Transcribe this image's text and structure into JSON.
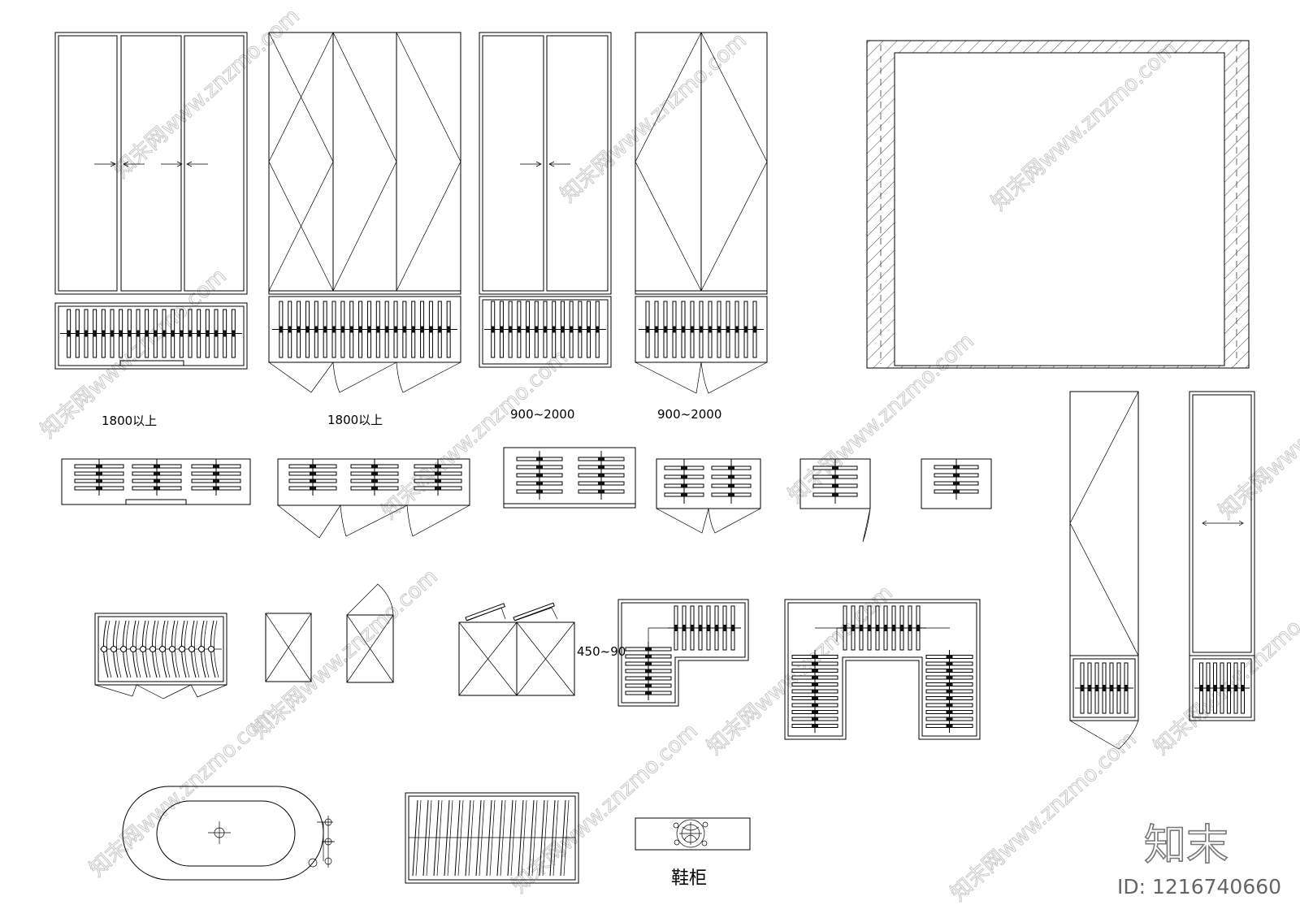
{
  "labels": {
    "dim_a": "1800以上",
    "dim_b": "1800以上",
    "dim_c": "900~2000",
    "dim_d": "900~2000",
    "dim_e": "450~90",
    "shoe_cabinet": "鞋柜"
  },
  "logo": {
    "text": "知末",
    "id_text": "ID: 1216740660"
  },
  "watermark": {
    "text": "知末网www.znzmo.com"
  },
  "colors": {
    "line": "#000000",
    "background": "#ffffff",
    "watermark": "#c8c8c8",
    "logo": "#777777"
  }
}
